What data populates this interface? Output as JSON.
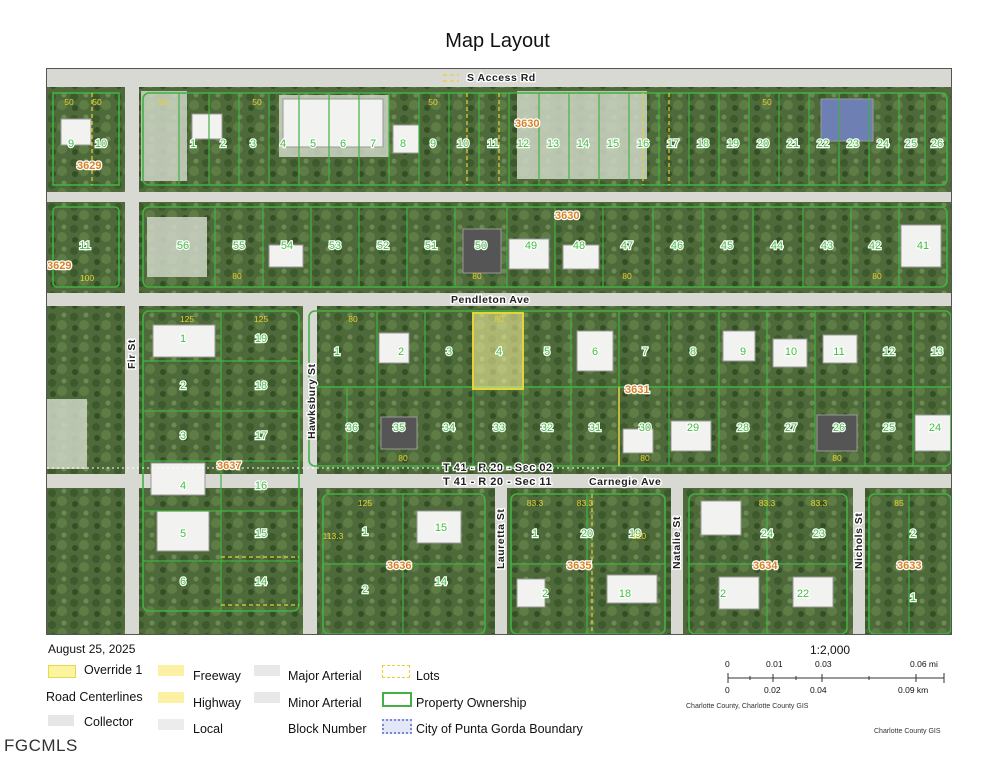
{
  "title": "Map Layout",
  "map": {
    "roads": {
      "s_access": "S Access Rd",
      "pendleton": "Pendleton Ave",
      "carnegie": "Carnegie Ave",
      "fir": "Fir St",
      "hawksbury": "Hawksbury St",
      "lauretta": "Lauretta St",
      "natalie": "Natalie St",
      "nichols": "Nichols St"
    },
    "section_line": {
      "upper": "T 41 - R 20 - Sec 02",
      "lower": "T 41 - R 20 - Sec 11"
    },
    "blocks": {
      "b3630a": "3630",
      "b3630b": "3630",
      "b3629a": "3629",
      "b3629b": "3629",
      "b3631": "3631",
      "b3637": "3637",
      "b3636": "3636",
      "b3635": "3635",
      "b3634": "3634",
      "b3633": "3633"
    },
    "row1_lots": [
      "9",
      "10",
      "1",
      "2",
      "3",
      "4",
      "5",
      "6",
      "7",
      "8",
      "9",
      "10",
      "11",
      "12",
      "13",
      "14",
      "15",
      "16",
      "17",
      "18",
      "19",
      "20",
      "21",
      "22",
      "23",
      "24",
      "25",
      "26"
    ],
    "row2_lots": [
      "11",
      "56",
      "55",
      "54",
      "53",
      "52",
      "51",
      "50",
      "49",
      "48",
      "47",
      "46",
      "45",
      "44",
      "43",
      "42",
      "41"
    ],
    "row3_lots": [
      "1",
      "2",
      "3",
      "4",
      "5",
      "6",
      "7",
      "8",
      "9",
      "10",
      "11",
      "12",
      "13"
    ],
    "row4_lots": [
      "36",
      "35",
      "34",
      "33",
      "32",
      "31",
      "30",
      "29",
      "28",
      "27",
      "26",
      "25",
      "24"
    ],
    "fir_east_lots": [
      "1",
      "19",
      "2",
      "18",
      "3",
      "17",
      "4",
      "16",
      "5",
      "15",
      "6",
      "14"
    ],
    "south_lots": [
      "1",
      "15",
      "2",
      "14",
      "1",
      "20",
      "19",
      "2",
      "18",
      "24",
      "23",
      "2",
      "22",
      "2",
      "1"
    ],
    "dimension_labels": [
      "50",
      "80",
      "125",
      "100",
      "83.3",
      "85",
      "120",
      "113.3"
    ]
  },
  "footer": {
    "date": "August 25, 2025",
    "legend": {
      "override": "Override 1",
      "road_centerlines": "Road Centerlines",
      "collector": "Collector",
      "freeway": "Freeway",
      "highway": "Highway",
      "local": "Local",
      "major_arterial": "Major Arterial",
      "minor_arterial": "Minor Arterial",
      "block_number": "Block Number",
      "lots": "Lots",
      "property_ownership": "Property Ownership",
      "city_boundary": "City of Punta Gorda Boundary"
    },
    "colors": {
      "override": "#fbf5a0",
      "freeway": "#fbf0a3",
      "highway": "#fbf0a3",
      "ownership": "#43b043",
      "lots": "#e8d030",
      "boundary": "#7a88d8"
    },
    "scale": {
      "ratio": "1:2,000",
      "mi_ticks": [
        "0",
        "0.01",
        "0.03",
        "0.06 mi"
      ],
      "km_ticks": [
        "0",
        "0.02",
        "0.04",
        "0.09 km"
      ]
    },
    "credit1": "Charlotte County, Charlotte County GIS",
    "credit2": "Charlotte County GIS",
    "brand": "FGCMLS"
  }
}
